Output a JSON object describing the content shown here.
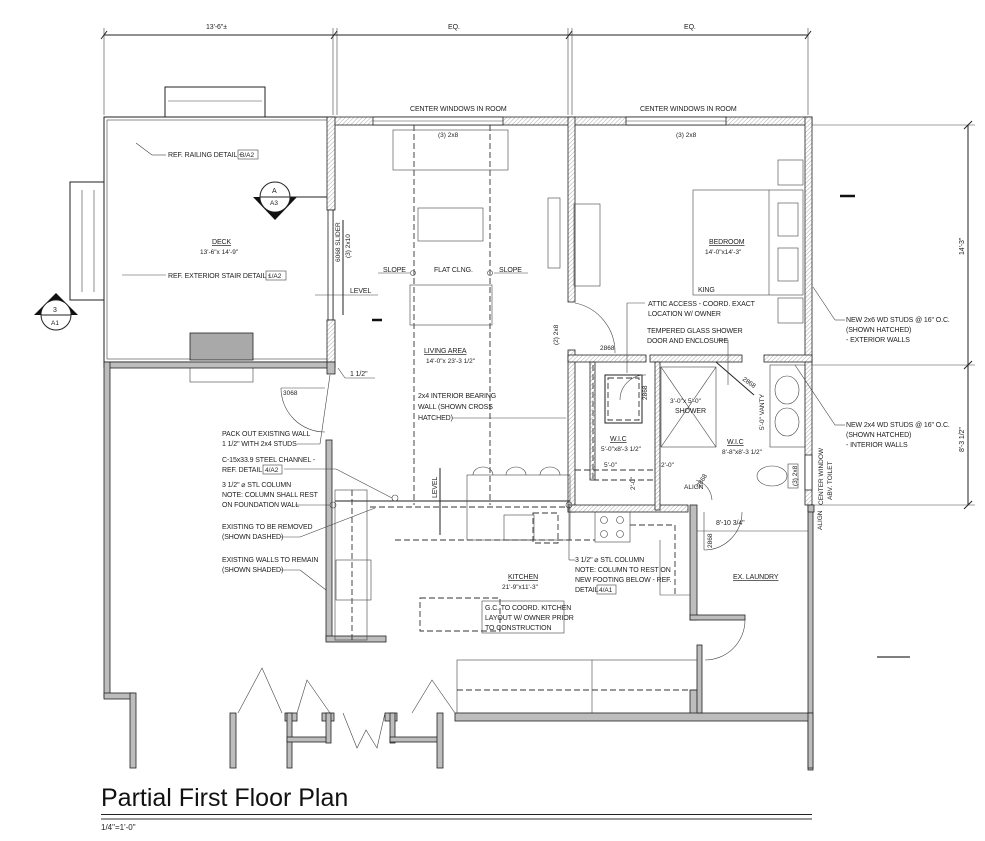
{
  "title": "Partial First Floor Plan",
  "scale": "1/4\"=1'-0\"",
  "dimensions": {
    "deck_width": "13'-6\"±",
    "eq_1": "EQ.",
    "eq_2": "EQ.",
    "bedroom_depth": "14'-3\"",
    "bath_depth": "8'-3 1/2\"",
    "laundry_width": "8'-10 3/4\"",
    "pack_out": "1 1/2\"",
    "wic_5ft": "5'-0\"",
    "two_ft": "2'-0\"",
    "two_ft_v": "2'-0\""
  },
  "headers": {
    "center_windows_living": "CENTER WINDOWS IN ROOM",
    "center_windows_bedroom": "CENTER WINDOWS IN ROOM",
    "header_living": "(3) 2x8",
    "header_bedroom": "(3) 2x8",
    "header_slider": "(3) 2x10",
    "header_bedroom_door": "(2) 2x8",
    "header_toilet": "(3) 2x8"
  },
  "section_markers": [
    {
      "top": "A",
      "bottom": "A3"
    },
    {
      "top": "3",
      "bottom": "A1"
    }
  ],
  "rooms": {
    "deck": {
      "name": "DECK",
      "size": "13'-6\"x 14'-9\""
    },
    "living": {
      "name": "LIVING AREA",
      "size": "14'-0\"x 23'-3 1/2\""
    },
    "bedroom": {
      "name": "BEDROOM",
      "size": "14'-0\"x14'-3\"",
      "bed": "KING"
    },
    "wic1": {
      "name": "W.I.C",
      "size": "5'-0\"x8'-3 1/2\""
    },
    "shower": {
      "name": "SHOWER",
      "size": "3'-0\"x 5'-0\""
    },
    "wic2": {
      "name": "W.I.C",
      "size": "8'-8\"x8'-3 1/2\""
    },
    "kitchen": {
      "name": "KITCHEN",
      "size": "21'-9\"x11'-3\""
    },
    "laundry": {
      "name": "EX. LAUNDRY"
    }
  },
  "doors": {
    "slider": "6068 SLIDER",
    "d3068": "3068",
    "d2868_bed": "2868",
    "d2868_wic": "2868",
    "d2868_shower": "2868",
    "d2868_bath": "2868",
    "d2868_laundry": "2868"
  },
  "ceiling": {
    "slope_left": "SLOPE",
    "flat": "FLAT CLNG.",
    "slope_right": "SLOPE",
    "level_deck": "LEVEL",
    "level_kitchen": "LEVEL"
  },
  "misc": {
    "vanity": "5'-0\" VANTY",
    "align_1": "ALIGN",
    "align_2": "ALIGN",
    "center_window_toilet_1": "CENTER WINDOW",
    "center_window_toilet_2": "ABV. TOILET"
  },
  "notes": {
    "railing": {
      "text": "REF. RAILING DETAIL - ",
      "ref": "B/A2"
    },
    "stair": {
      "text": "REF. EXTERIOR STAIR DETAIL - ",
      "ref": "1/A2"
    },
    "bearing_wall": [
      "2x4 INTERIOR BEARING",
      "WALL (SHOWN CROSS",
      "HATCHED)"
    ],
    "pack_out": [
      "PACK OUT EXISTING WALL",
      "1 1/2\" WITH 2x4 STUDS"
    ],
    "channel": [
      "C-15x33.9 STEEL CHANNEL -",
      "REF.  DETAIL "
    ],
    "channel_ref": "4/A2",
    "column_1": [
      "3 1/2\" ⌀ STL COLUMN",
      "NOTE: COLUMN SHALL REST",
      "ON FOUNDATION WALL"
    ],
    "removed": [
      "EXISTING TO BE REMOVED",
      "(SHOWN DASHED)"
    ],
    "remain": [
      "EXISTING WALLS TO REMAIN",
      "(SHOWN SHADED)"
    ],
    "kitchen_coord": [
      "G.C. TO COORD. KITCHEN",
      "LAYOUT W/ OWNER PRIOR",
      "TO CONSTRUCTION"
    ],
    "column_2": [
      "3 1/2\" ⌀ STL COLUMN",
      "NOTE: COLUMN TO REST ON",
      "NEW FOOTING BELOW - REF.",
      "DETAIL "
    ],
    "column_2_ref": "4/A1",
    "attic": [
      "ATTIC ACCESS - COORD. EXACT",
      "LOCATION W/ OWNER"
    ],
    "shower_door": [
      "TEMPERED GLASS SHOWER",
      "DOOR AND ENCLOSURE"
    ],
    "ext_studs": [
      "NEW 2x6 WD STUDS @ 16\" O.C.",
      "(SHOWN HATCHED)",
      "- EXTERIOR WALLS"
    ],
    "int_studs": [
      "NEW 2x4 WD STUDS @ 16\" O.C.",
      "(SHOWN HATCHED)",
      "- INTERIOR WALLS"
    ]
  }
}
